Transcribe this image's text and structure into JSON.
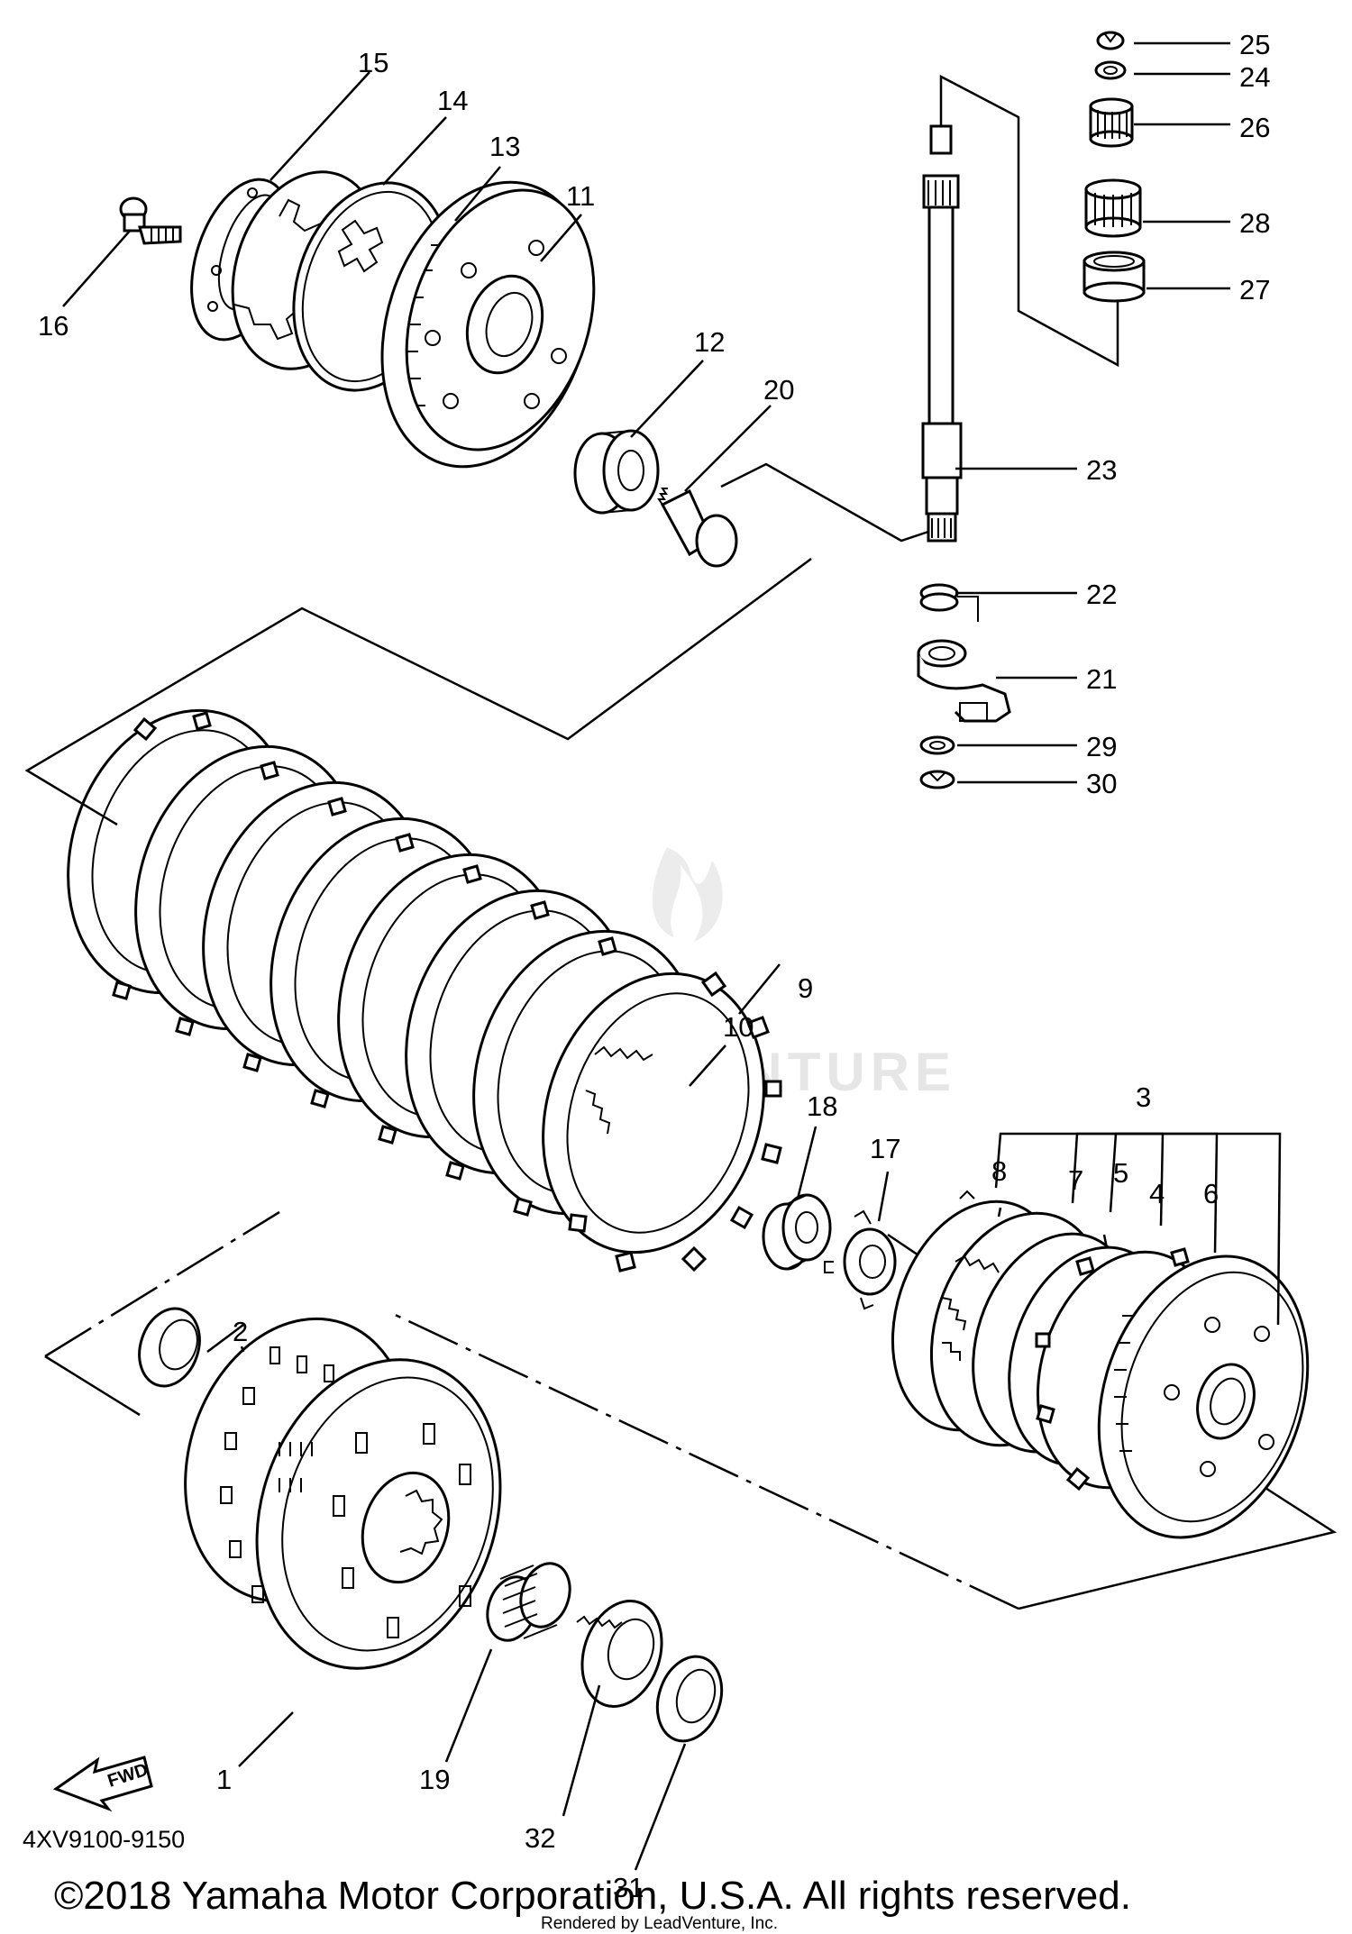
{
  "diagram": {
    "part_code": "4XV9100-9150",
    "copyright": "©2018 Yamaha Motor Corporation, U.S.A. All rights reserved.",
    "rendered_by": "Rendered by LeadVenture, Inc.",
    "watermark": "LEADVENTURE",
    "fwd_label": "FWD",
    "callouts": {
      "c1": "1",
      "c2": "2",
      "c3": "3",
      "c4": "4",
      "c5": "5",
      "c6": "6",
      "c7": "7",
      "c8": "8",
      "c9": "9",
      "c10": "10",
      "c11": "11",
      "c12": "12",
      "c13": "13",
      "c14": "14",
      "c15": "15",
      "c16": "16",
      "c17": "17",
      "c18": "18",
      "c19": "19",
      "c20": "20",
      "c21": "21",
      "c22": "22",
      "c23": "23",
      "c24": "24",
      "c25": "25",
      "c26": "26",
      "c27": "27",
      "c28": "28",
      "c29": "29",
      "c30": "30",
      "c31": "31",
      "c32": "32"
    }
  }
}
